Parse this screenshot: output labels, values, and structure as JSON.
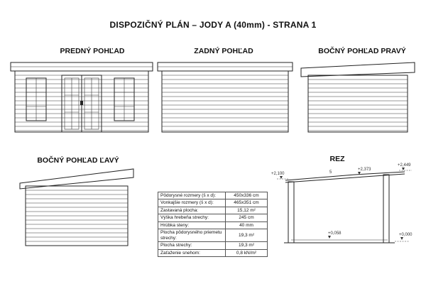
{
  "title": "DISPOZIČNÝ PLÁN – JODY A (40mm) - STRANA 1",
  "views": {
    "front": "PREDNÝ POHĽAD",
    "rear": "ZADNÝ POHĽAD",
    "side_right": "BOČNÝ POHĽAD PRAVÝ",
    "side_left": "BOČNÝ POHĽAD ĽAVÝ",
    "section": "REZ"
  },
  "section_dims": {
    "left_height": "+2,100",
    "ridge": "+2,373",
    "right_height": "+2,449",
    "floor": "+0,058",
    "ground": "+0,000",
    "slope": "5"
  },
  "table": {
    "rows": [
      {
        "label": "Pôdorysné rozmery (š x d):",
        "value": "450x336 cm"
      },
      {
        "label": "Vonkajšie rozmery (š x d):",
        "value": "465x351 cm"
      },
      {
        "label": "Zastavaná plocha:",
        "value": "15,12 m²"
      },
      {
        "label": "Výška hrebeňa strechy:",
        "value": "245 cm"
      },
      {
        "label": "Hrúbka steny:",
        "value": "40 mm"
      },
      {
        "label": "Plocha pôdorysného priemetu strechy:",
        "value": "19,3 m²"
      },
      {
        "label": "Plocha strechy:",
        "value": "19,3 m²"
      },
      {
        "label": "Zaťaženie snehom:",
        "value": "0,8 kN/m²"
      }
    ]
  }
}
